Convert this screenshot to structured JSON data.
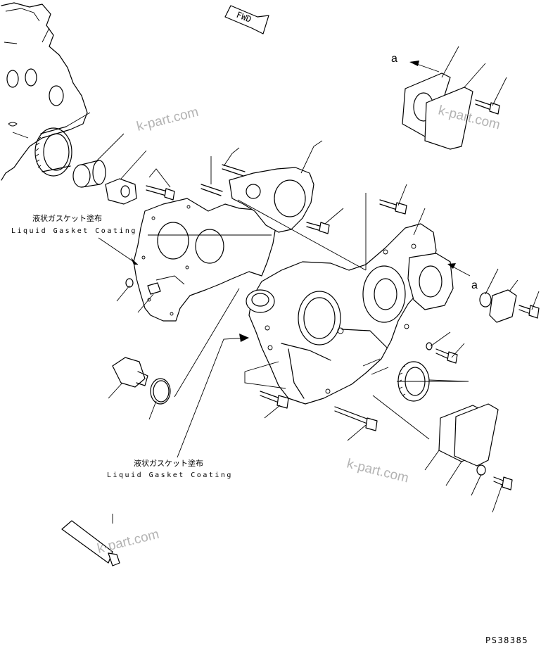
{
  "labels": {
    "liquid_gasket_jp": "液状ガスケット塗布",
    "liquid_gasket_en": "Liquid Gasket Coating",
    "view_ref": "a",
    "direction": "FWD",
    "drawing_code": "PS38385"
  },
  "watermark": {
    "text": "k-part.com"
  },
  "colors": {
    "line": "#000000",
    "background": "#ffffff",
    "watermark": "#9a9a9a"
  }
}
